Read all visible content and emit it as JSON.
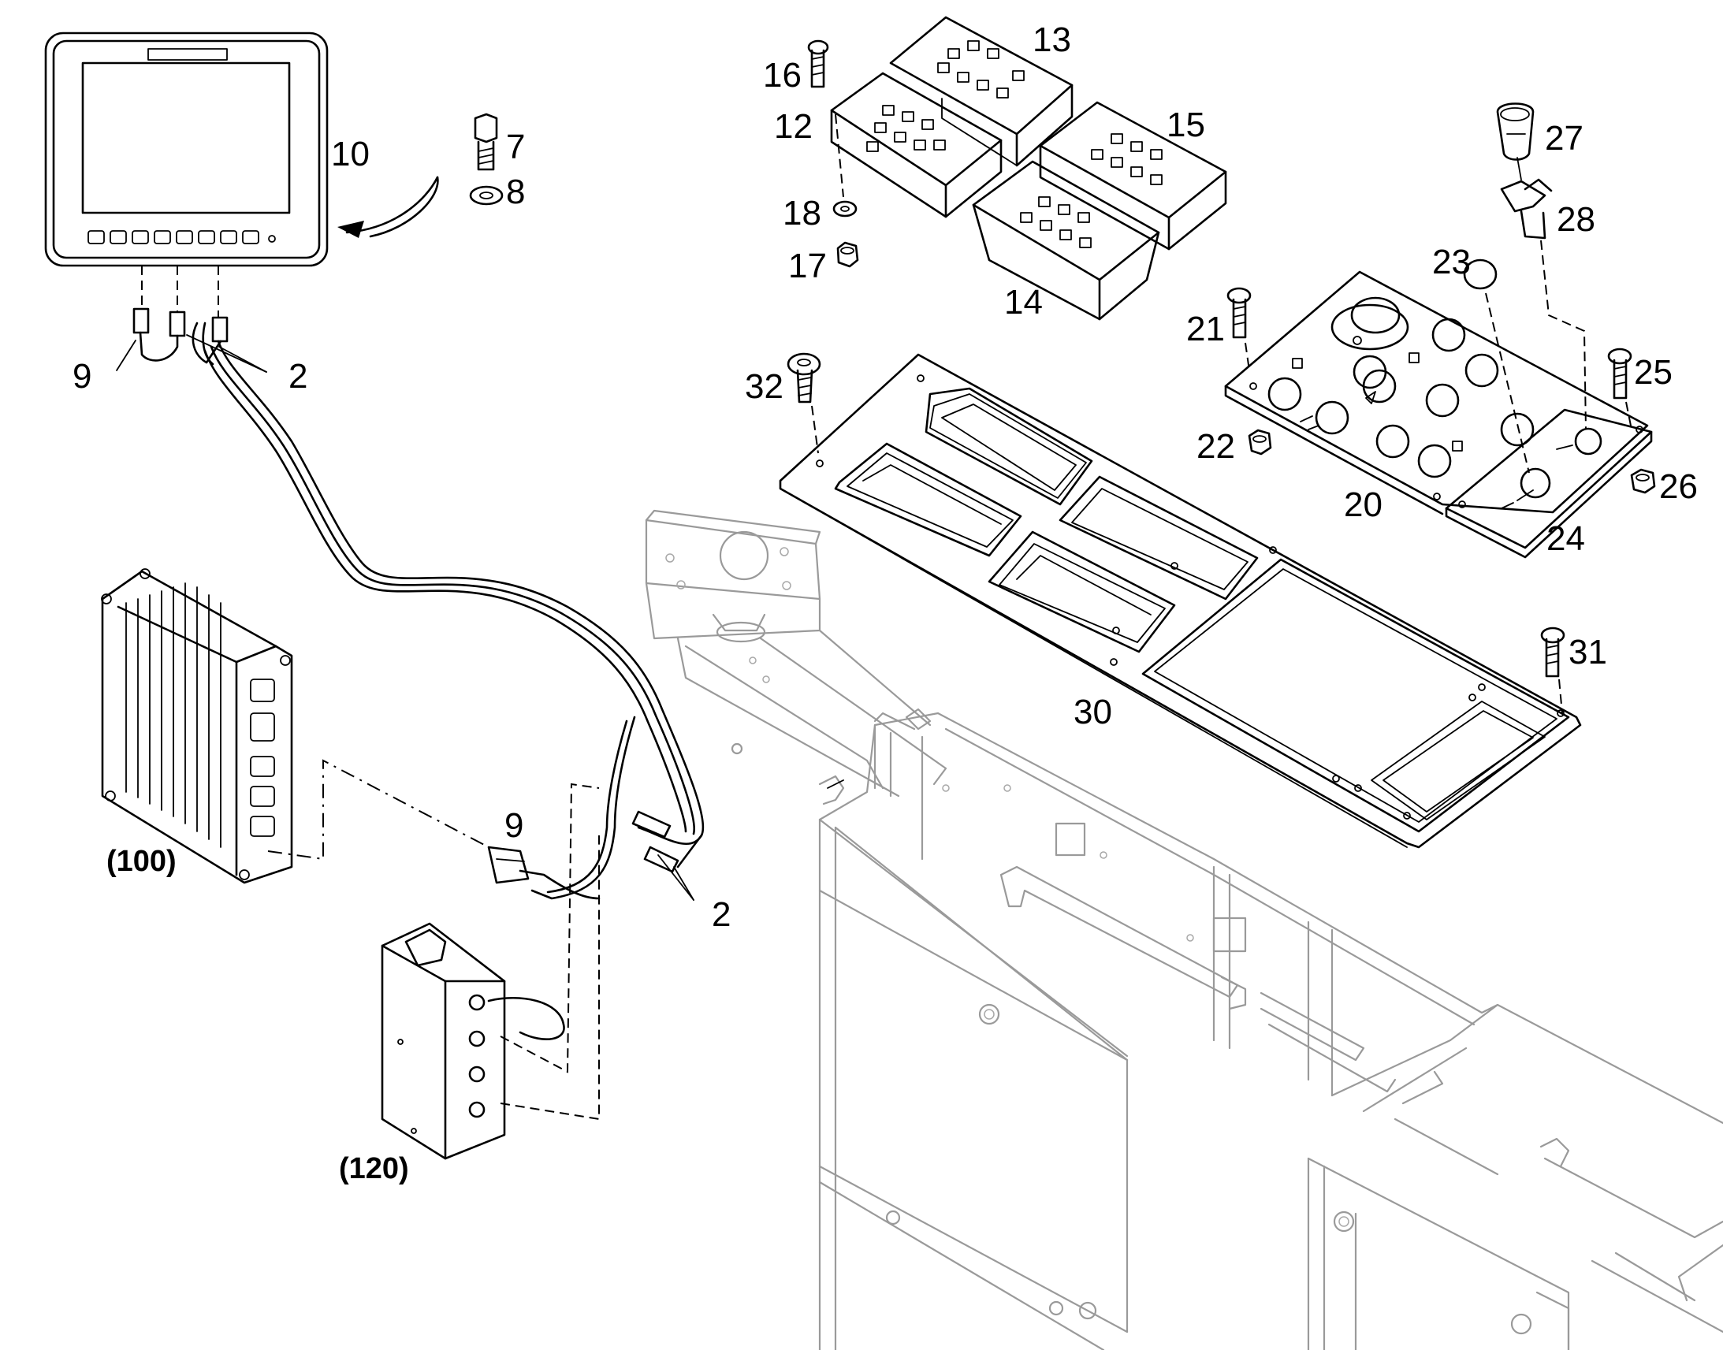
{
  "callouts": {
    "c2a": "2",
    "c2b": "2",
    "c7": "7",
    "c8": "8",
    "c9a": "9",
    "c9b": "9",
    "c10": "10",
    "c12": "12",
    "c13": "13",
    "c14": "14",
    "c15": "15",
    "c16": "16",
    "c17": "17",
    "c18": "18",
    "c20": "20",
    "c21": "21",
    "c22": "22",
    "c23": "23",
    "c24": "24",
    "c25": "25",
    "c26": "26",
    "c27": "27",
    "c28": "28",
    "c30": "30",
    "c31": "31",
    "c32": "32",
    "c100": "(100)",
    "c120": "(120)"
  }
}
